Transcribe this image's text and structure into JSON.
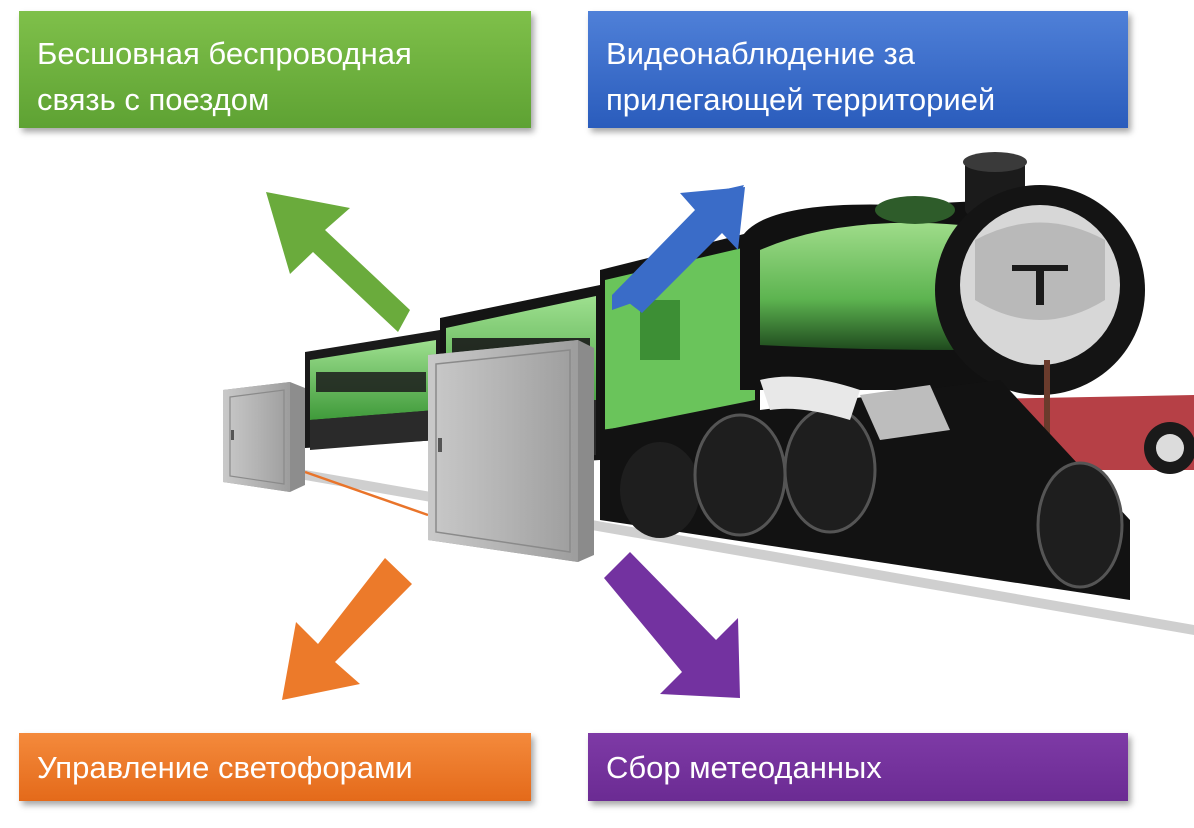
{
  "features": {
    "top_left": {
      "line1": "Бесшовная беспроводная",
      "line2": "связь с поездом",
      "color": "#6aab3c"
    },
    "top_right": {
      "line1": "Видеонаблюдение за",
      "line2": "прилегающей территорией",
      "color": "#3a6cc8"
    },
    "bottom_left": {
      "label": "Управление светофорами",
      "color": "#ec7a2a"
    },
    "bottom_right": {
      "label": "Сбор метеоданных",
      "color": "#7332a0"
    }
  },
  "illustration": {
    "subject": "steam-locomotive-with-carriages",
    "equipment": "wall-mounted-cabinets",
    "arrow_icons": [
      "arrow-up-left-icon",
      "arrow-up-right-icon",
      "arrow-down-left-icon",
      "arrow-down-right-icon"
    ]
  }
}
